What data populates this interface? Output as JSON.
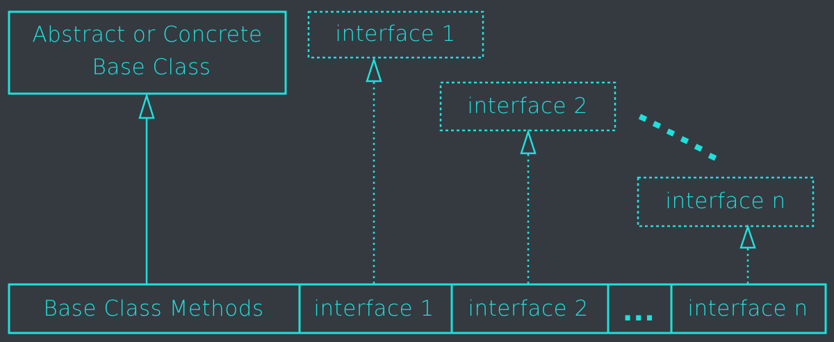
{
  "colors": {
    "background": "#343a40",
    "stroke": "#1ee0dc"
  },
  "base_class": {
    "line1": "Abstract or Concrete",
    "line2": "Base Class"
  },
  "interfaces": [
    {
      "label": "interface 1"
    },
    {
      "label": "interface 2"
    },
    {
      "label": "interface n"
    }
  ],
  "row": {
    "base_methods": "Base Class Methods",
    "cell_interface_1": "interface 1",
    "cell_interface_2": "interface 2",
    "ellipsis": "...",
    "cell_interface_n": "interface n"
  }
}
